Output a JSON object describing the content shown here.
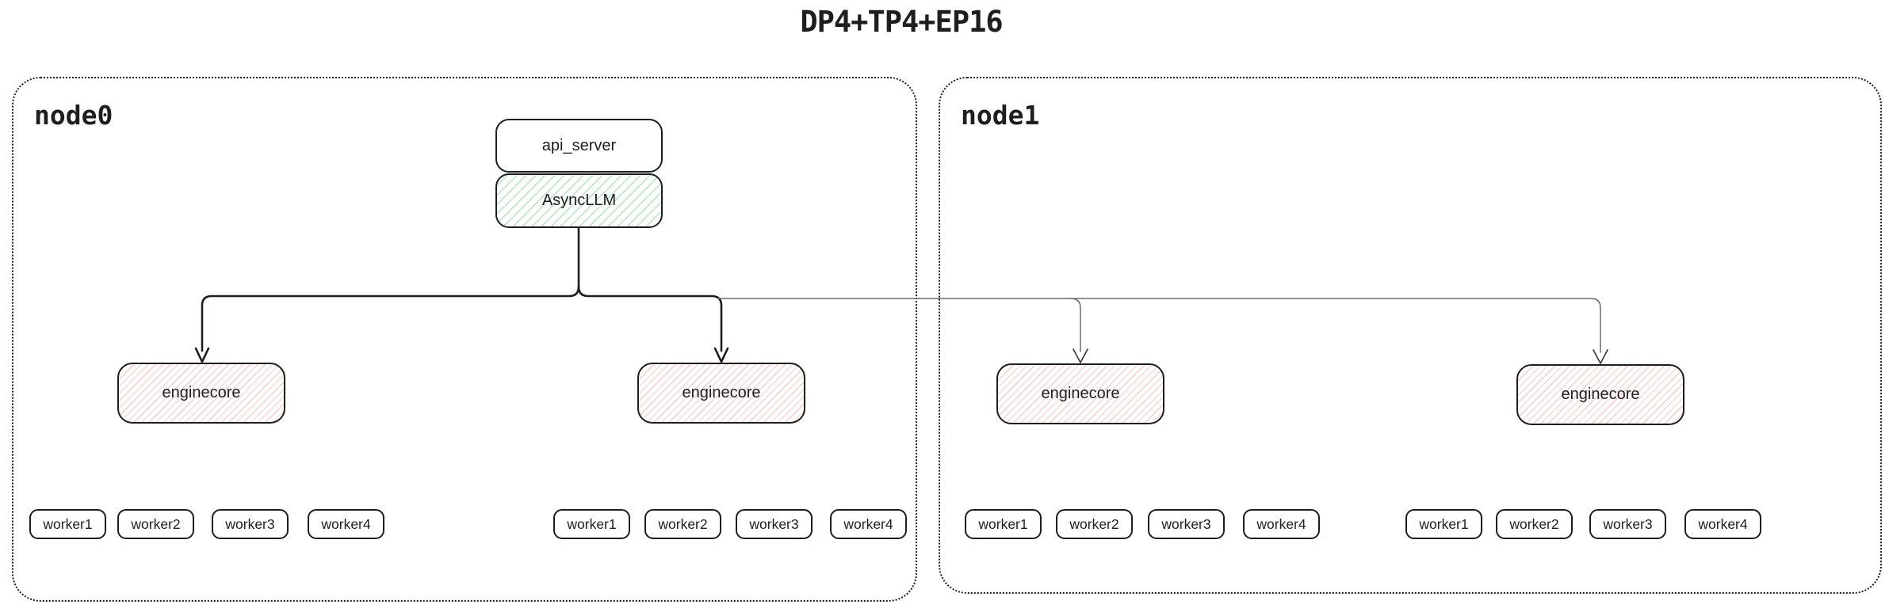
{
  "title": "DP4+TP4+EP16",
  "nodes": [
    {
      "label": "node0",
      "api_server_label": "api_server",
      "asyncllm_label": "AsyncLLM",
      "enginecores": [
        "enginecore",
        "enginecore"
      ],
      "worker_groups": [
        [
          "worker1",
          "worker2",
          "worker3",
          "worker4"
        ],
        [
          "worker1",
          "worker2",
          "worker3",
          "worker4"
        ]
      ]
    },
    {
      "label": "node1",
      "enginecores": [
        "enginecore",
        "enginecore"
      ],
      "worker_groups": [
        [
          "worker1",
          "worker2",
          "worker3",
          "worker4"
        ],
        [
          "worker1",
          "worker2",
          "worker3",
          "worker4"
        ]
      ]
    }
  ],
  "colors": {
    "border_color": "#1e1e1e",
    "thin_line": "#6b6b6b",
    "green_hatch": "rgba(77,201,108,0.45)",
    "red_hatch": "rgba(250,128,128,0.42)",
    "bg": "#ffffff"
  }
}
